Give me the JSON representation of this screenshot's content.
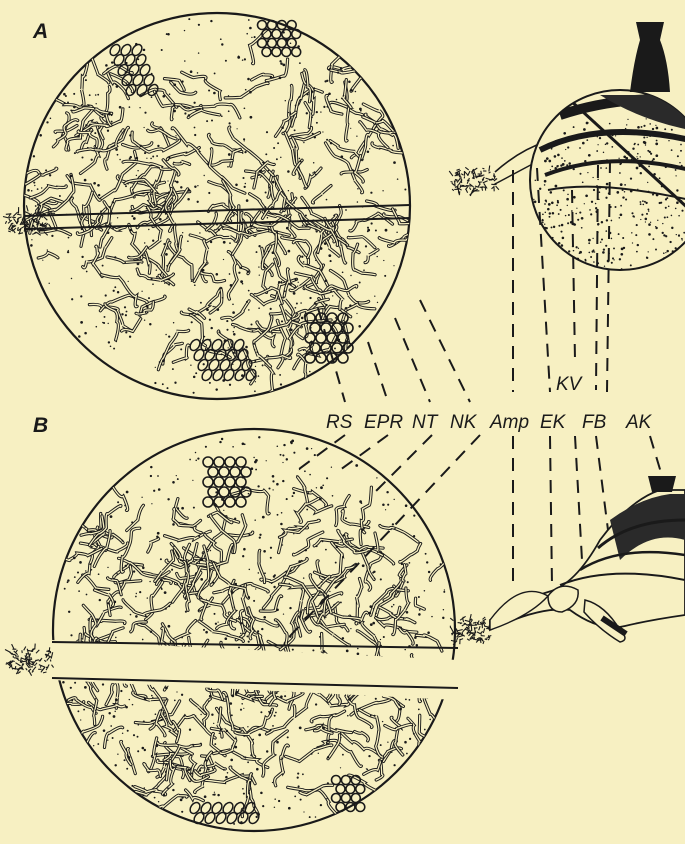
{
  "panels": {
    "a": "A",
    "b": "B"
  },
  "labels": {
    "rs": "RS",
    "epr": "EPR",
    "nt": "NT",
    "nk": "NK",
    "amp": "Amp",
    "ek": "EK",
    "fb": "FB",
    "ak": "AK",
    "kv": "KV"
  },
  "colors": {
    "paper": "#f7f0c2",
    "ink": "#1a1a1a"
  }
}
